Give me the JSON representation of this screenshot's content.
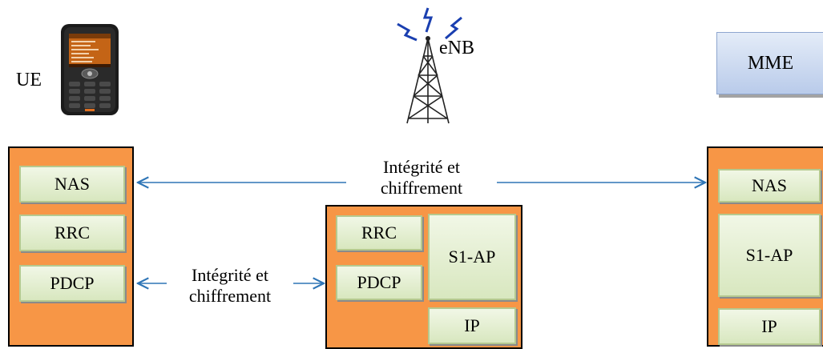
{
  "entities": {
    "ue": "UE",
    "enb": "eNB",
    "mme": "MME"
  },
  "ue_stack": {
    "layers": [
      "NAS",
      "RRC",
      "PDCP"
    ]
  },
  "enb_stack": {
    "layers": [
      "RRC",
      "PDCP",
      "S1-AP",
      "IP"
    ]
  },
  "mme_stack": {
    "layers": [
      "NAS",
      "S1-AP",
      "IP"
    ]
  },
  "arrows": {
    "nas_label_line1": "Intégrité et",
    "nas_label_line2": "chiffrement",
    "pdcp_label_line1": "Intégrité et",
    "pdcp_label_line2": "chiffrement"
  },
  "colors": {
    "stack_fill": "#f79646",
    "layer_fill": "#d8e7bf",
    "arrow": "#2e75b6",
    "mme_fill": "#c6d5ee"
  },
  "icons": {
    "ue": "mobile-phone-icon",
    "enb": "antenna-tower-icon"
  }
}
